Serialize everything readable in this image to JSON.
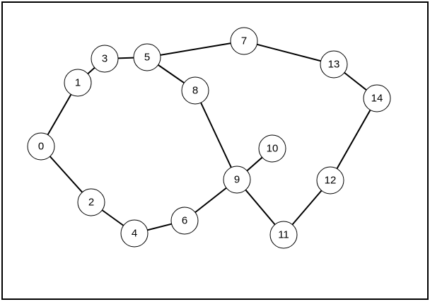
{
  "graph": {
    "nodes": [
      {
        "id": "0",
        "label": "0"
      },
      {
        "id": "1",
        "label": "1"
      },
      {
        "id": "2",
        "label": "2"
      },
      {
        "id": "3",
        "label": "3"
      },
      {
        "id": "4",
        "label": "4"
      },
      {
        "id": "5",
        "label": "5"
      },
      {
        "id": "6",
        "label": "6"
      },
      {
        "id": "7",
        "label": "7"
      },
      {
        "id": "8",
        "label": "8"
      },
      {
        "id": "9",
        "label": "9"
      },
      {
        "id": "10",
        "label": "10"
      },
      {
        "id": "11",
        "label": "11"
      },
      {
        "id": "12",
        "label": "12"
      },
      {
        "id": "13",
        "label": "13"
      },
      {
        "id": "14",
        "label": "14"
      }
    ],
    "edges": [
      [
        "0",
        "1"
      ],
      [
        "1",
        "3"
      ],
      [
        "3",
        "5"
      ],
      [
        "5",
        "7"
      ],
      [
        "7",
        "13"
      ],
      [
        "13",
        "14"
      ],
      [
        "14",
        "12"
      ],
      [
        "12",
        "11"
      ],
      [
        "11",
        "9"
      ],
      [
        "9",
        "10"
      ],
      [
        "9",
        "8"
      ],
      [
        "8",
        "5"
      ],
      [
        "9",
        "6"
      ],
      [
        "6",
        "4"
      ],
      [
        "4",
        "2"
      ],
      [
        "2",
        "0"
      ]
    ]
  }
}
